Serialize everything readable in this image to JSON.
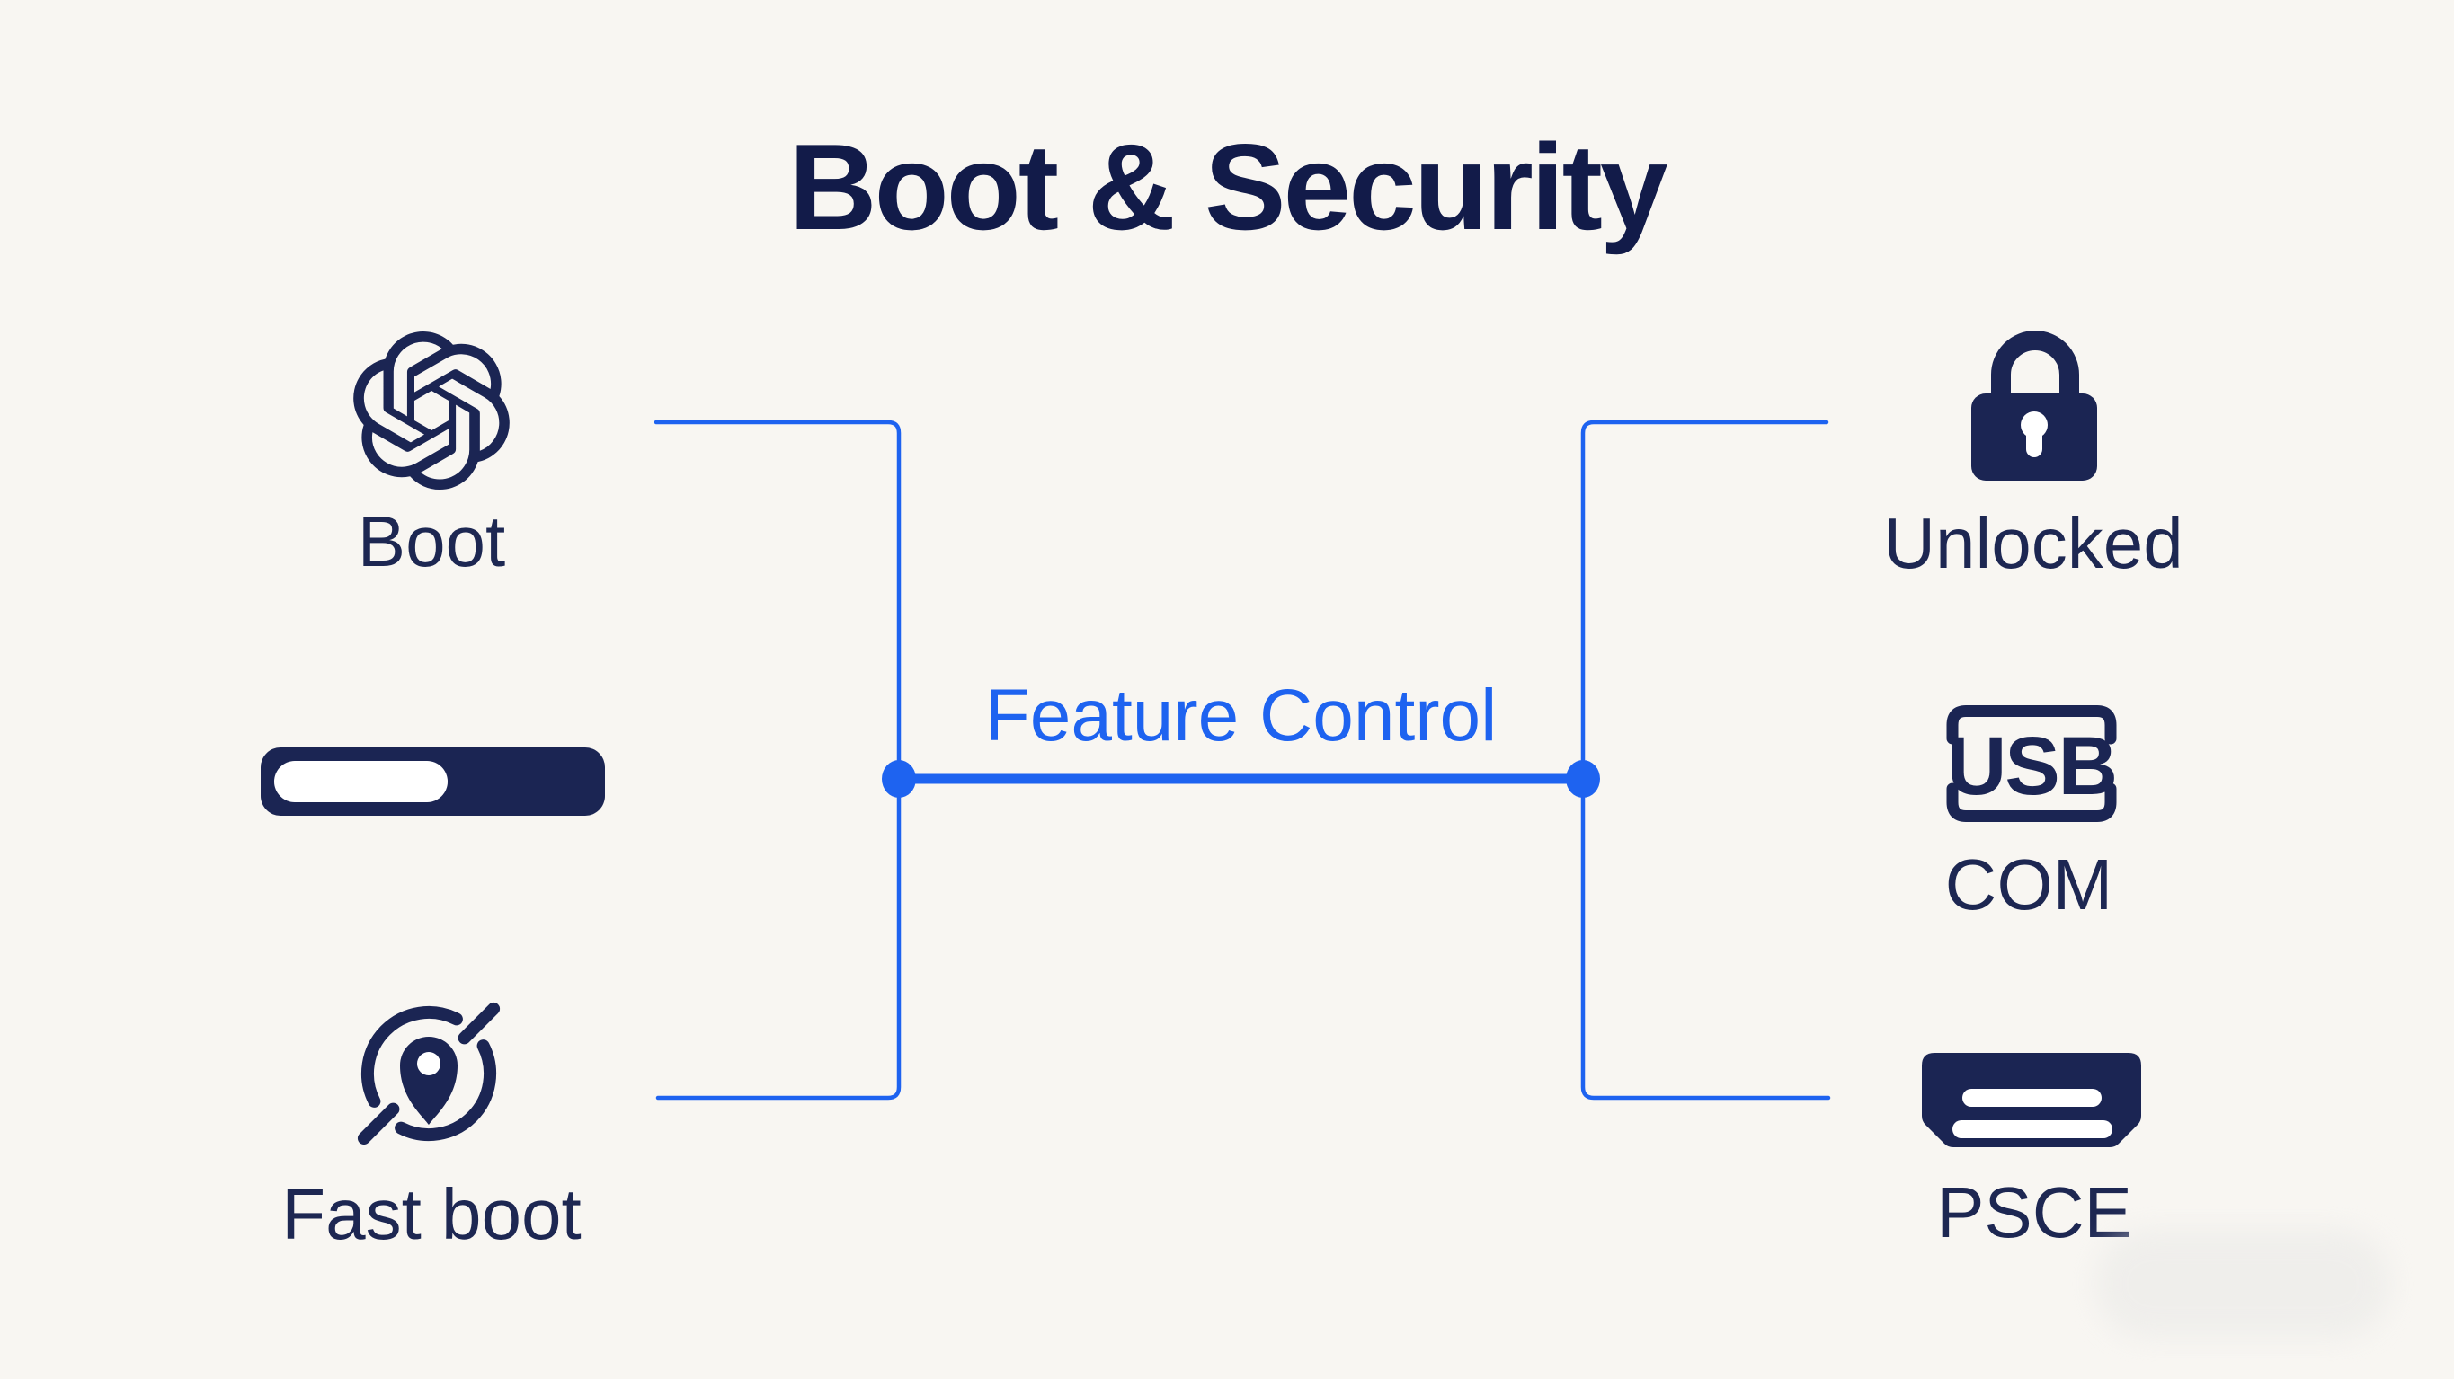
{
  "title": "Boot & Security",
  "colors": {
    "background": "#f8f6f2",
    "icon_navy": "#1b2553",
    "title_navy": "#121b49",
    "label_navy": "#1d2752",
    "accent_blue": "#1e63f0",
    "white": "#ffffff",
    "smudge_gray": "#e8e8e6"
  },
  "center": {
    "label": "Feature Control"
  },
  "left_items": [
    {
      "icon": "boot-knot-icon",
      "label": "Boot"
    },
    {
      "icon": "progress-bar-icon",
      "label": ""
    },
    {
      "icon": "fast-boot-location-icon",
      "label": "Fast boot"
    }
  ],
  "right_items": [
    {
      "icon": "padlock-icon",
      "label": "Unlocked"
    },
    {
      "icon": "usb-frame-icon",
      "icon_text": "USB",
      "label": "COM"
    },
    {
      "icon": "hdmi-port-icon",
      "label": "PSCE"
    }
  ]
}
